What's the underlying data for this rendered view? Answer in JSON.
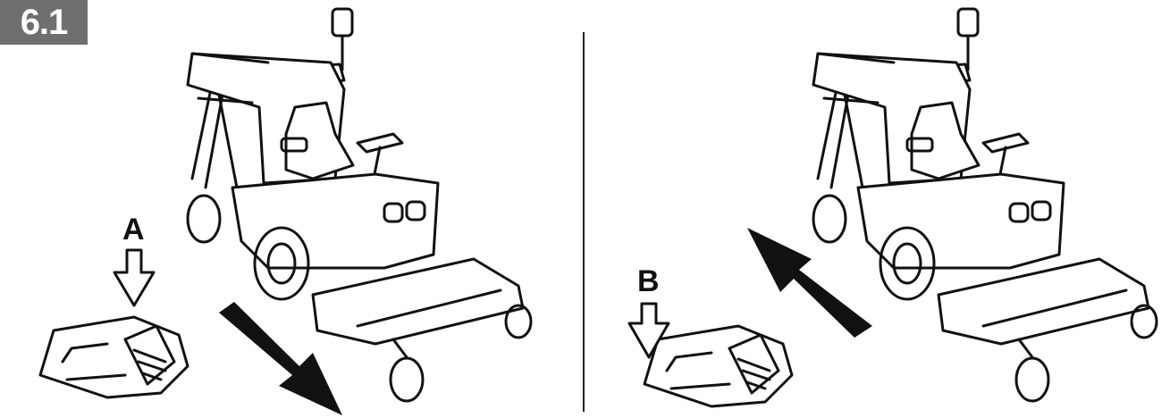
{
  "figure": {
    "number": "6.1"
  },
  "panels": [
    {
      "pedal_label": "A",
      "travel_direction": "forward",
      "arrow_icon": "arrow-down-right-icon"
    },
    {
      "pedal_label": "B",
      "travel_direction": "reverse",
      "arrow_icon": "arrow-up-left-icon"
    }
  ],
  "colors": {
    "badge_bg": "#6f6f6f",
    "line": "#111111"
  }
}
